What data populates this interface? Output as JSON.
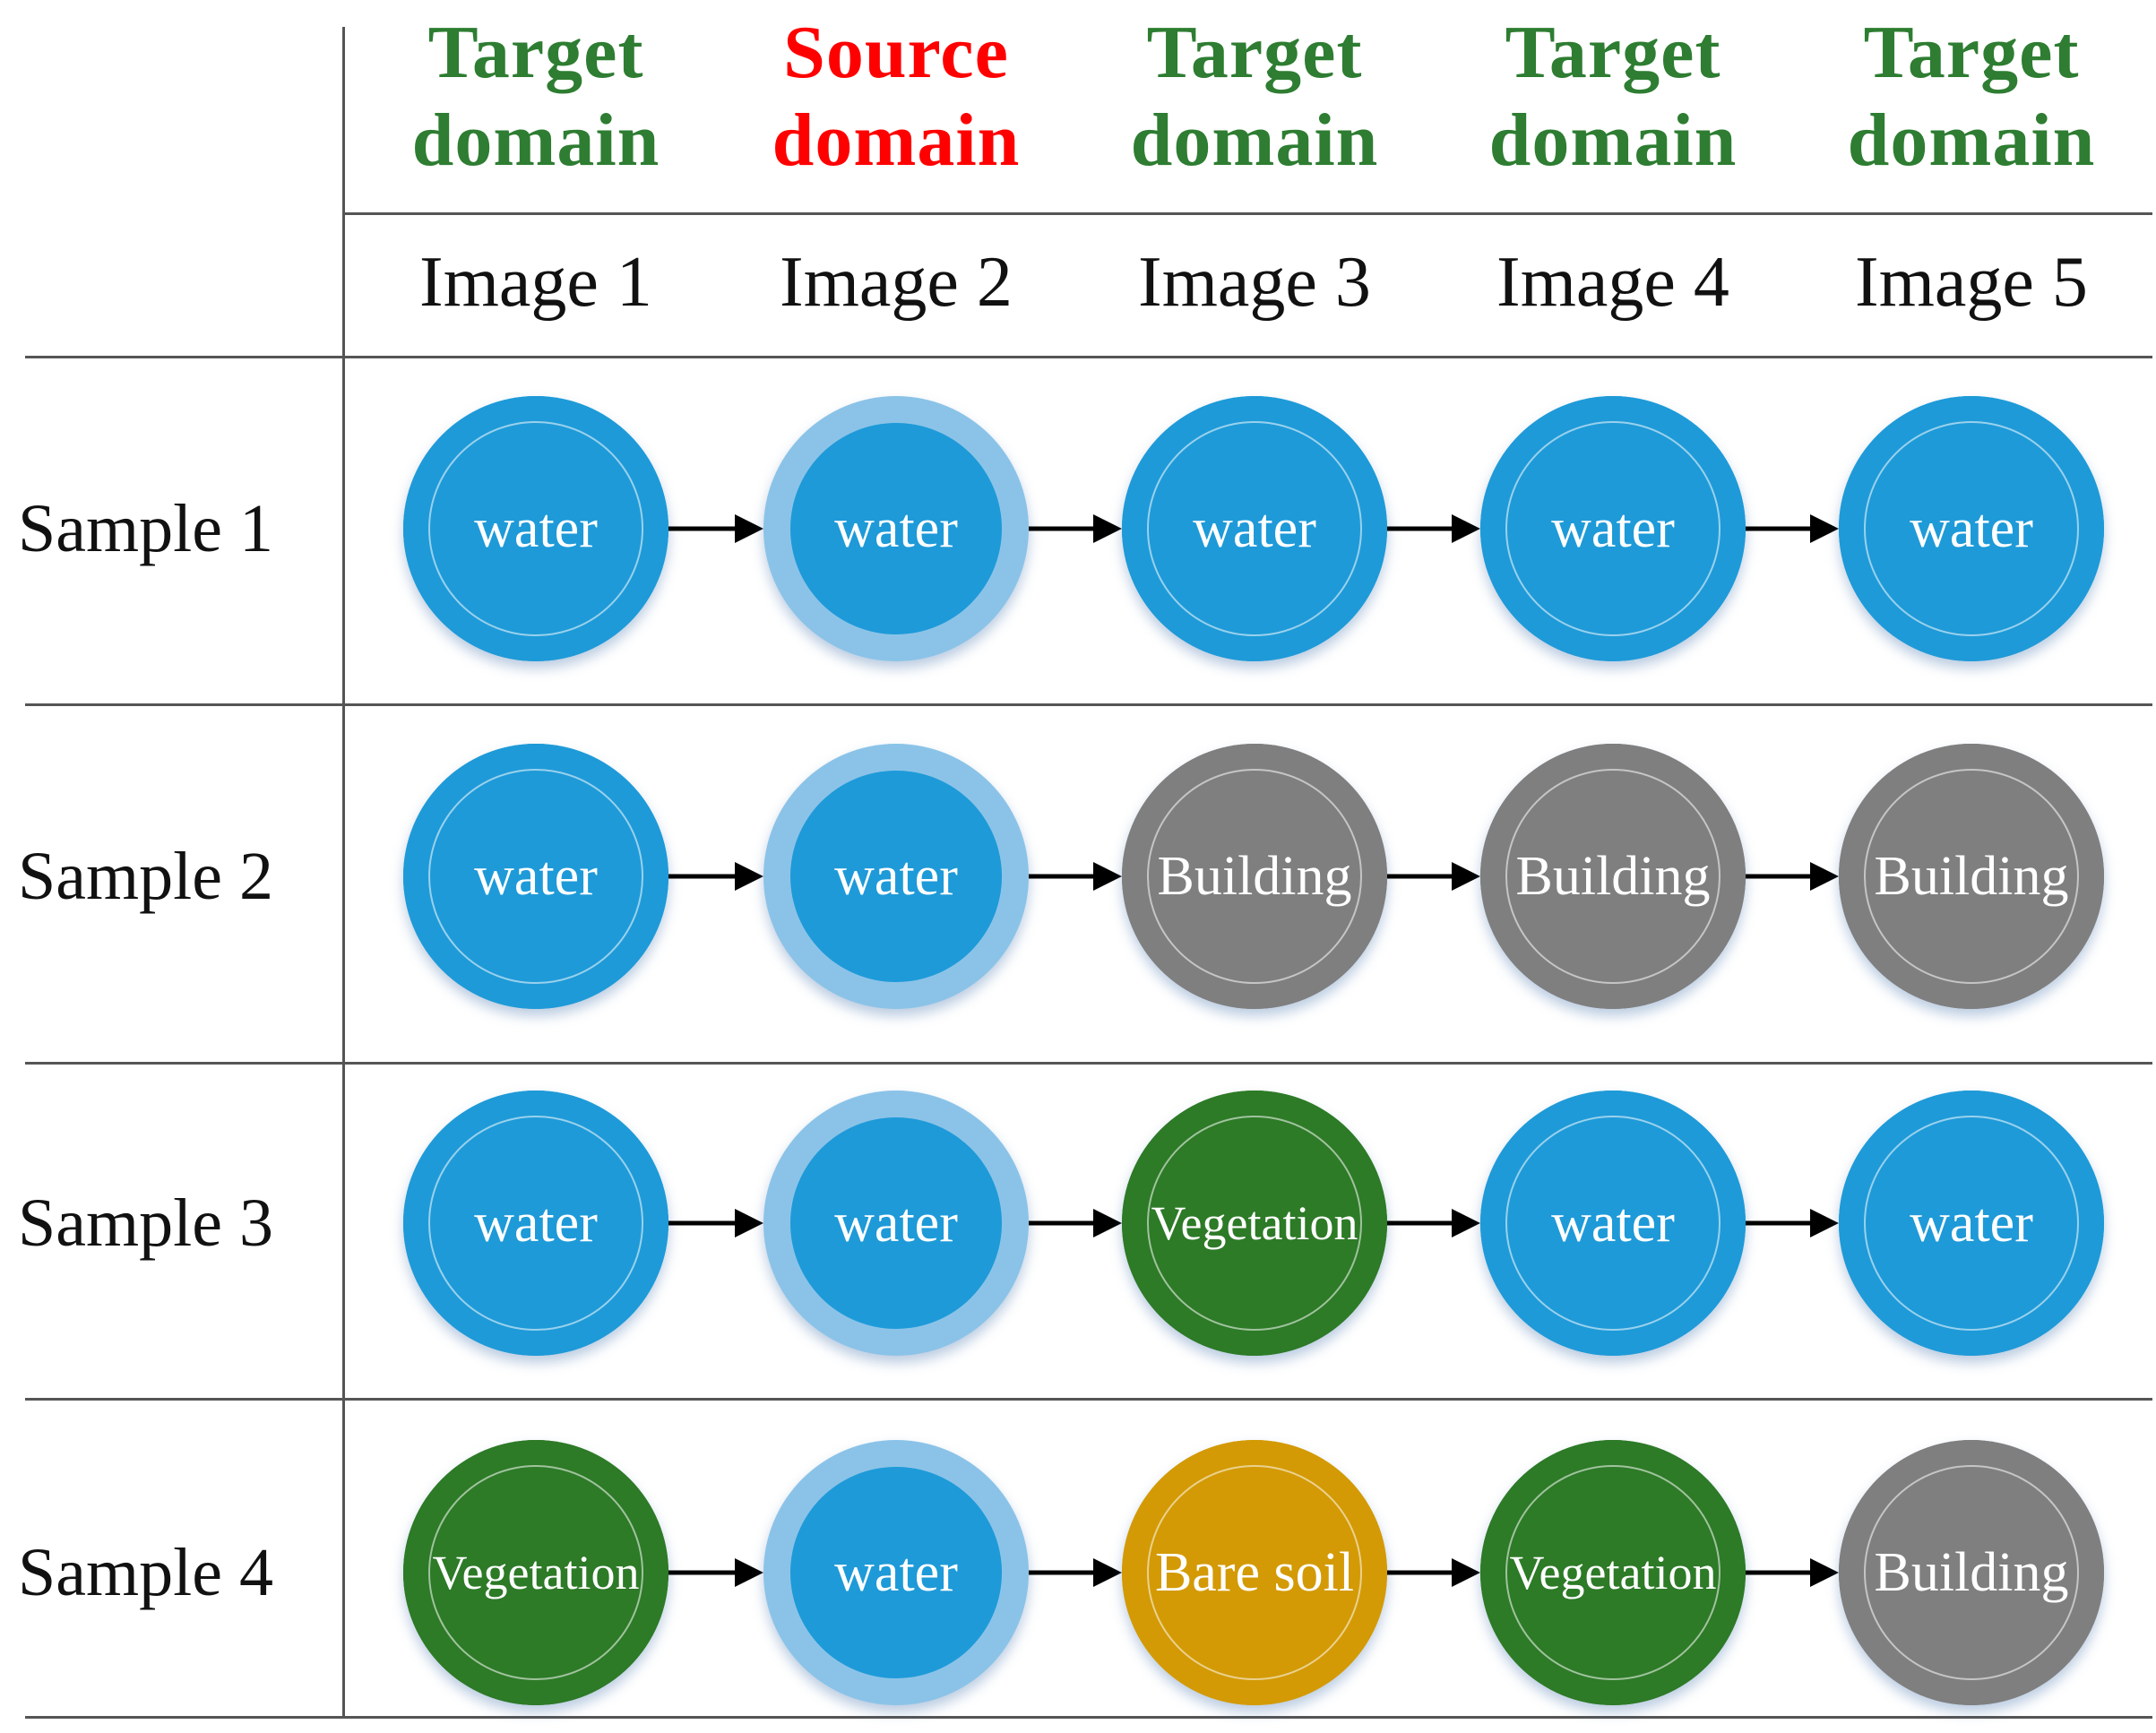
{
  "header": {
    "domains": [
      {
        "line1": "Target",
        "line2": "domain"
      },
      {
        "line1": "Source",
        "line2": "domain"
      },
      {
        "line1": "Target",
        "line2": "domain"
      },
      {
        "line1": "Target",
        "line2": "domain"
      },
      {
        "line1": "Target",
        "line2": "domain"
      }
    ],
    "images": [
      "Image 1",
      "Image 2",
      "Image 3",
      "Image 4",
      "Image 5"
    ]
  },
  "samples": [
    {
      "label": "Sample 1",
      "classes": [
        "water",
        "water",
        "water",
        "water",
        "water"
      ]
    },
    {
      "label": "Sample 2",
      "classes": [
        "water",
        "water",
        "Building",
        "Building",
        "Building"
      ]
    },
    {
      "label": "Sample 3",
      "classes": [
        "water",
        "water",
        "Vegetation",
        "water",
        "water"
      ]
    },
    {
      "label": "Sample 4",
      "classes": [
        "Vegetation",
        "water",
        "Bare soil",
        "Vegetation",
        "Building"
      ]
    }
  ],
  "colors": {
    "target_domain": "#2E7D32",
    "source_domain": "#FF0000",
    "water": "#1E9AD8",
    "source_ring": "#8BC3E8",
    "Building": "#7F7F7F",
    "Vegetation": "#2D7A27",
    "Bare soil": "#D39A05",
    "grid_line": "#555555",
    "arrow": "#000000"
  },
  "icons": {
    "arrow": "right-arrow-icon"
  }
}
